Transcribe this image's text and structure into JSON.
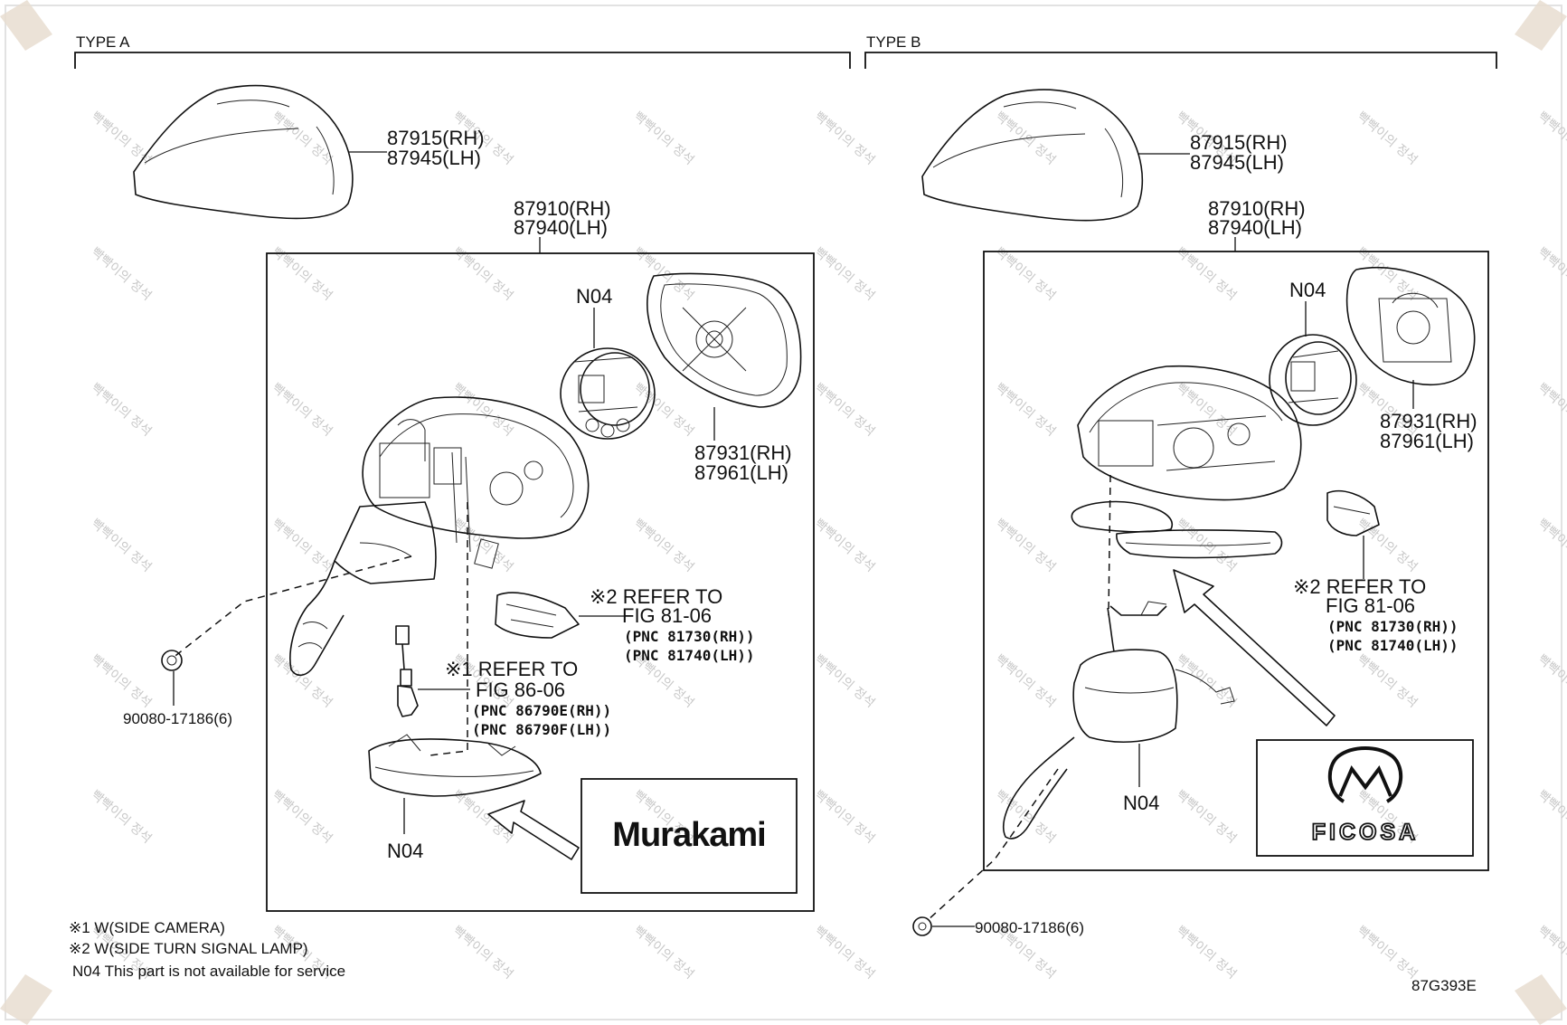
{
  "sections": {
    "type_a": "TYPE A",
    "type_b": "TYPE B"
  },
  "type_a": {
    "cover_rh": "87915(RH)",
    "cover_lh": "87945(LH)",
    "assy_rh": "87910(RH)",
    "assy_lh": "87940(LH)",
    "actuator": "N04",
    "mirror_rh": "87931(RH)",
    "mirror_lh": "87961(LH)",
    "ref2_mark": "※2 REFER TO",
    "ref2_fig": "FIG 81-06",
    "ref2_pnc_rh": "(PNC 81730(RH))",
    "ref2_pnc_lh": "(PNC 81740(LH))",
    "ref1_mark": "※1 REFER TO",
    "ref1_fig": "FIG 86-06",
    "ref1_pnc_rh": "(PNC 86790E(RH))",
    "ref1_pnc_lh": "(PNC 86790F(LH))",
    "screw": "90080-17186(6)",
    "lamp_part": "N04",
    "maker": "Murakami"
  },
  "type_b": {
    "cover_rh": "87915(RH)",
    "cover_lh": "87945(LH)",
    "assy_rh": "87910(RH)",
    "assy_lh": "87940(LH)",
    "actuator": "N04",
    "mirror_rh": "87931(RH)",
    "mirror_lh": "87961(LH)",
    "ref2_mark": "※2 REFER TO",
    "ref2_fig": "FIG 81-06",
    "ref2_pnc_rh": "(PNC 81730(RH))",
    "ref2_pnc_lh": "(PNC 81740(LH))",
    "base_part": "N04",
    "screw": "90080-17186(6)",
    "maker": "FICOSA"
  },
  "notes": [
    "※1 W(SIDE CAMERA)",
    "※2 W(SIDE TURN SIGNAL LAMP)",
    "N04 This part is not available for service"
  ],
  "figure_code": "87G393E",
  "watermark": "빡빡이의 정석",
  "colors": {
    "line": "#111111",
    "background": "#ffffff",
    "watermark": "#c9c9c9",
    "tape": "#e8ddd0"
  }
}
